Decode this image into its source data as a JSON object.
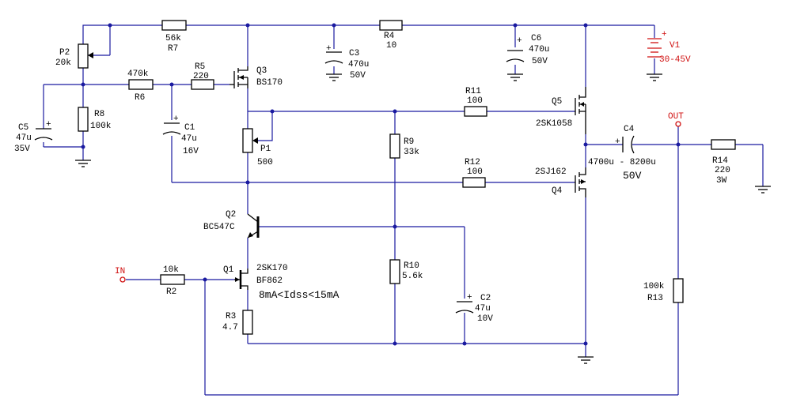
{
  "components": {
    "P2": {
      "ref": "P2",
      "value": "20k"
    },
    "R7": {
      "ref": "R7",
      "value": "56k"
    },
    "R4": {
      "ref": "R4",
      "value": "10"
    },
    "C3": {
      "ref": "C3",
      "value": "470u",
      "voltage": "50V"
    },
    "C6": {
      "ref": "C6",
      "value": "470u",
      "voltage": "50V"
    },
    "V1": {
      "ref": "V1",
      "value": "30-45V"
    },
    "R6": {
      "ref": "R6",
      "value": "470k"
    },
    "R5": {
      "ref": "R5",
      "value": "220"
    },
    "Q3": {
      "ref": "Q3",
      "part": "BS170"
    },
    "R8": {
      "ref": "R8",
      "value": "100k"
    },
    "C5": {
      "ref": "C5",
      "value": "47u",
      "voltage": "35V"
    },
    "C1": {
      "ref": "C1",
      "value": "47u",
      "voltage": "16V"
    },
    "P1": {
      "ref": "P1",
      "value": "500"
    },
    "R11": {
      "ref": "R11",
      "value": "100"
    },
    "R9": {
      "ref": "R9",
      "value": "33k"
    },
    "R12": {
      "ref": "R12",
      "value": "100"
    },
    "Q5": {
      "ref": "Q5",
      "part": "2SK1058"
    },
    "Q4": {
      "ref": "Q4",
      "part": "2SJ162"
    },
    "C4": {
      "ref": "C4",
      "value": "4700u - 8200u",
      "voltage": "50V"
    },
    "R14": {
      "ref": "R14",
      "value": "220",
      "power": "3W"
    },
    "Q2": {
      "ref": "Q2",
      "part": "BC547C"
    },
    "Q1": {
      "ref": "Q1",
      "part": "2SK170",
      "part2": "BF862",
      "note": "8mA<Idss<15mA"
    },
    "R10": {
      "ref": "R10",
      "value": "5.6k"
    },
    "C2": {
      "ref": "C2",
      "value": "47u",
      "voltage": "10V"
    },
    "R2": {
      "ref": "R2",
      "value": "10k"
    },
    "R3": {
      "ref": "R3",
      "value": "4.7"
    },
    "R13": {
      "ref": "R13",
      "value": "100k"
    }
  },
  "ports": {
    "in": "IN",
    "out": "OUT"
  },
  "colors": {
    "wire": "#1a1aa0",
    "component": "#000000",
    "accent": "#d01010",
    "background": "#ffffff"
  }
}
